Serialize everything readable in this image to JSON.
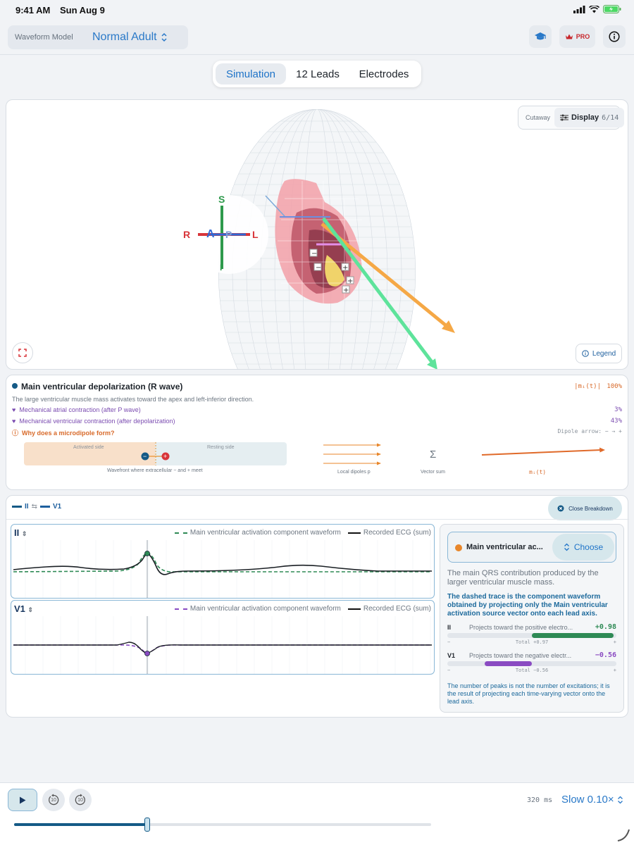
{
  "status_bar": {
    "time": "9:41 AM",
    "date": "Sun Aug 9"
  },
  "header": {
    "model_label": "Waveform Model",
    "model_value": "Normal Adult",
    "pro_label": "PRO"
  },
  "tabs": [
    {
      "label": "Simulation",
      "active": true
    },
    {
      "label": "12 Leads",
      "active": false
    },
    {
      "label": "Electrodes",
      "active": false
    }
  ],
  "viewer": {
    "cutaway_label": "Cutaway",
    "display_label": "Display",
    "display_count": "6/14",
    "legend_label": "Legend",
    "orientation": {
      "superior": "S",
      "right": "R",
      "anterior": "A",
      "posterior": "P",
      "left": "L",
      "inferior": "I"
    }
  },
  "info": {
    "title": "Main ventricular depolarization (R wave)",
    "metric_label": "|mᵢ(t)|",
    "metric_value": "100%",
    "description": "The large ventricular muscle mass activates toward the apex and left-inferior direction.",
    "items": [
      {
        "label": "Mechanical atrial contraction (after P wave)",
        "value": "3%"
      },
      {
        "label": "Mechanical ventricular contraction (after depolarization)",
        "value": "43%"
      }
    ],
    "why_label": "Why does a microdipole form?",
    "dipole_arrow_label": "Dipole arrow: − → +",
    "activated_side": "Activated side",
    "resting_side": "Resting side",
    "wavefront_caption": "Wavefront where extracellular − and + meet",
    "local_dipoles_caption": "Local dipoles p",
    "sigma": "Σ",
    "vector_sum_caption": "Vector sum",
    "result_caption": "mᵢ(t)"
  },
  "breakdown": {
    "lead_a": "II",
    "lead_b": "V1",
    "close_label": "Close Breakdown",
    "plots": [
      {
        "lead": "II",
        "component_legend": "Main ventricular activation component waveform",
        "ecg_legend": "Recorded ECG (sum)",
        "color": "#2e8a55"
      },
      {
        "lead": "V1",
        "component_legend": "Main ventricular activation component waveform",
        "ecg_legend": "Recorded ECG (sum)",
        "color": "#8a4bc2"
      }
    ],
    "side": {
      "component_name": "Main ventricular ac...",
      "choose_label": "Choose",
      "subtitle": "The main QRS contribution produced by the larger ventricular muscle mass.",
      "explanation": "The dashed trace is the component waveform obtained by projecting only the Main ventricular activation source vector onto each lead axis.",
      "leads": [
        {
          "lead": "II",
          "text": "Projects toward the positive electro...",
          "value": "+0.98",
          "total_label": "Total",
          "total": "+0.97",
          "fraction": 0.97,
          "color": "#2e8a55"
        },
        {
          "lead": "V1",
          "text": "Projects toward the negative electr...",
          "value": "−0.56",
          "total_label": "Total",
          "total": "−0.56",
          "fraction": -0.56,
          "color": "#8a4bc2"
        }
      ],
      "minus_sign": "−",
      "plus_sign": "+",
      "footer": "The number of peaks is not the number of excitations; it is the result of projecting each time-varying vector onto the lead axis."
    }
  },
  "playback": {
    "time_readout": "320 ms",
    "speed_label": "Slow 0.10×",
    "skip_back": "10",
    "skip_forward": "10",
    "progress": 0.32
  }
}
